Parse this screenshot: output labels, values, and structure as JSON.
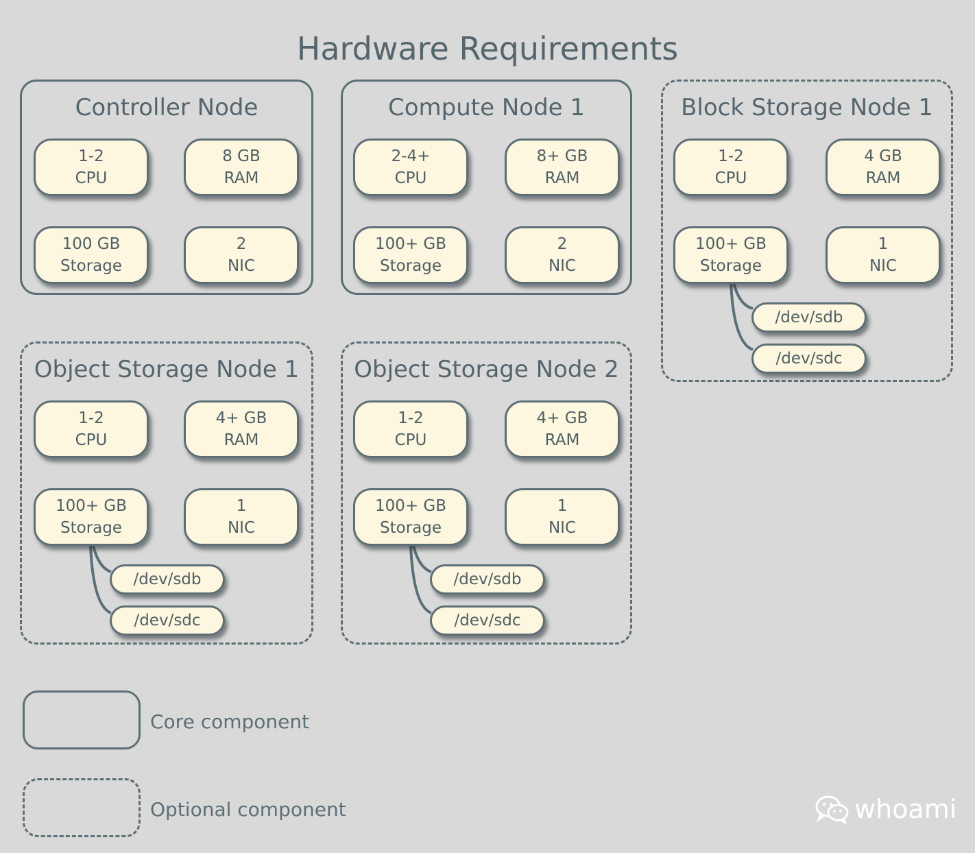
{
  "title": "Hardware Requirements",
  "nodes": {
    "controller": {
      "title": "Controller Node",
      "cpu": {
        "v": "1-2",
        "u": "CPU"
      },
      "ram": {
        "v": "8 GB",
        "u": "RAM"
      },
      "storage": {
        "v": "100 GB",
        "u": "Storage"
      },
      "nic": {
        "v": "2",
        "u": "NIC"
      }
    },
    "compute": {
      "title": "Compute Node 1",
      "cpu": {
        "v": "2-4+",
        "u": "CPU"
      },
      "ram": {
        "v": "8+ GB",
        "u": "RAM"
      },
      "storage": {
        "v": "100+ GB",
        "u": "Storage"
      },
      "nic": {
        "v": "2",
        "u": "NIC"
      }
    },
    "block": {
      "title": "Block Storage Node 1",
      "cpu": {
        "v": "1-2",
        "u": "CPU"
      },
      "ram": {
        "v": "4 GB",
        "u": "RAM"
      },
      "storage": {
        "v": "100+ GB",
        "u": "Storage"
      },
      "nic": {
        "v": "1",
        "u": "NIC"
      },
      "disks": [
        "/dev/sdb",
        "/dev/sdc"
      ]
    },
    "object1": {
      "title": "Object Storage Node 1",
      "cpu": {
        "v": "1-2",
        "u": "CPU"
      },
      "ram": {
        "v": "4+ GB",
        "u": "RAM"
      },
      "storage": {
        "v": "100+ GB",
        "u": "Storage"
      },
      "nic": {
        "v": "1",
        "u": "NIC"
      },
      "disks": [
        "/dev/sdb",
        "/dev/sdc"
      ]
    },
    "object2": {
      "title": "Object Storage Node 2",
      "cpu": {
        "v": "1-2",
        "u": "CPU"
      },
      "ram": {
        "v": "4+ GB",
        "u": "RAM"
      },
      "storage": {
        "v": "100+ GB",
        "u": "Storage"
      },
      "nic": {
        "v": "1",
        "u": "NIC"
      },
      "disks": [
        "/dev/sdb",
        "/dev/sdc"
      ]
    }
  },
  "legend": {
    "core": "Core component",
    "optional": "Optional component"
  },
  "watermark": "whoami",
  "colors": {
    "background": "#d9d9d9",
    "box_fill": "#fcf7de",
    "border": "#5d6f76",
    "text": "#55656d"
  }
}
